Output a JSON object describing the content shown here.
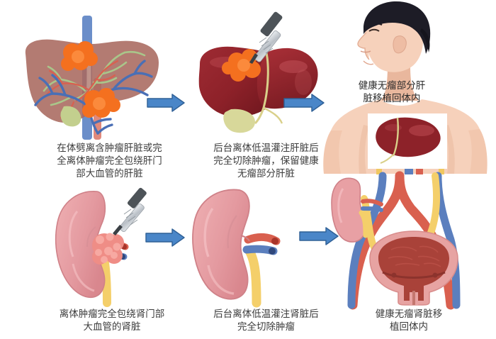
{
  "figure": {
    "title_visible": false,
    "rows": 2,
    "columns": 3
  },
  "colors": {
    "arrow_fill": "#4a86c8",
    "arrow_stroke": "#2f6096",
    "liver_translucent": "#a9695e",
    "liver_solid_dark": "#8e2a30",
    "liver_solid_light": "#a8343a",
    "tumor_orange": "#f4701f",
    "tumor_pink": "#ef8d86",
    "kidney_pink": "#e8a0a4",
    "kidney_pink_dark": "#d98d93",
    "vein_blue": "#5b7fbe",
    "artery_red": "#d9604f",
    "ureter_yellow": "#f4cf6a",
    "bile_green": "#a9c68a",
    "gallbladder": "#d8d89a",
    "skin": "#f4cdb8",
    "skin_shadow": "#e8b69d",
    "hair_dark": "#1d1c26",
    "bladder_dark": "#a94239",
    "caption_text": "#3b3b3b",
    "scalpel_steel": "#c9ccd1",
    "scalpel_dark": "#4d5358"
  },
  "panels": {
    "liver_invivo": {
      "name": "liver-with-tumors-and-vasculature",
      "caption": "在体劈离含肿瘤肝脏或完\n全离体肿瘤完全包绕肝门\n部大血管的肝脏"
    },
    "liver_resected": {
      "name": "liver-bench-perfusion-resection",
      "caption": "后台离体低温灌注肝脏后\n完全切除肿瘤，保留健康\n无瘤部分肝脏"
    },
    "liver_transplant": {
      "name": "liver-autotransplant-body",
      "caption": "健康无瘤部分肝\n脏移植回体内"
    },
    "kidney_tumor": {
      "name": "kidney-with-hilar-tumor",
      "caption": "离体肿瘤完全包绕肾门部\n大血管的肾脏"
    },
    "kidney_resected": {
      "name": "kidney-bench-perfusion-resection",
      "caption": "后台离体低温灌注肾脏后\n完全切除肿瘤"
    },
    "kidney_transplant": {
      "name": "kidney-autotransplant-urinary-system",
      "caption": "健康无瘤肾脏移\n植回体内"
    }
  },
  "arrows": {
    "top_left": "arrow-liver-step1-to-step2",
    "top_right": "arrow-liver-step2-to-step3",
    "bottom_left": "arrow-kidney-step1-to-step2",
    "bottom_right": "arrow-kidney-step2-to-step3"
  }
}
